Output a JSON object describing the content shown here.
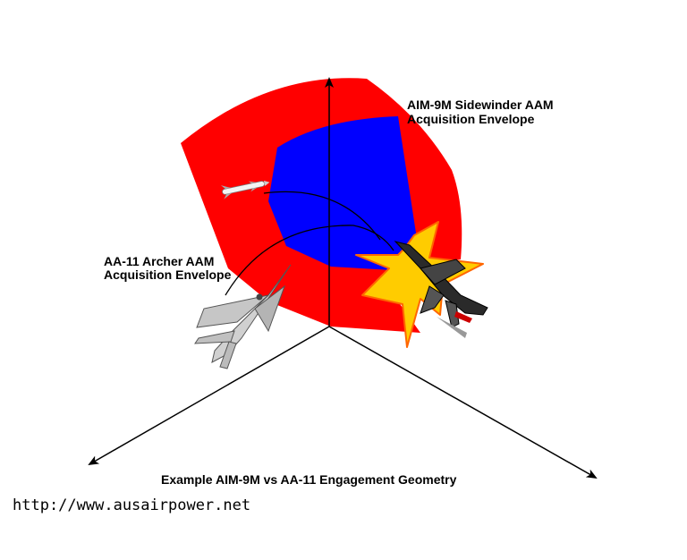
{
  "labels": {
    "sidewinder_line1": "AIM-9M Sidewinder AAM",
    "sidewinder_line2": "Acquisition Envelope",
    "archer_line1": "AA-11 Archer AAM",
    "archer_line2": "Acquisition Envelope",
    "caption": "Example AIM-9M vs AA-11 Engagement Geometry",
    "url": "http://www.ausairpower.net"
  },
  "colors": {
    "archer_envelope": "#ff0000",
    "sidewinder_envelope": "#0000ff",
    "explosion_outer": "#ffcc00",
    "explosion_edge": "#ff6600",
    "axes": "#000000"
  },
  "icons": {
    "left_aircraft": "fighter-jet-icon",
    "right_aircraft": "fighter-jet-icon",
    "missile": "missile-icon",
    "explosion": "explosion-icon"
  }
}
